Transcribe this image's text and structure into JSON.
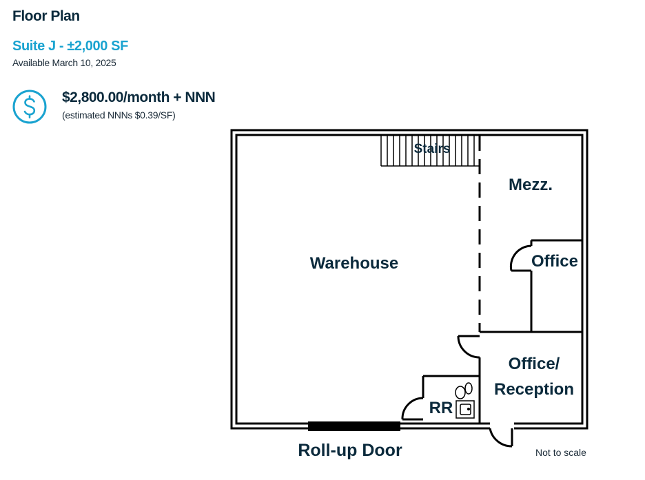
{
  "header": {
    "title": "Floor Plan",
    "suite": "Suite J - ±2,000 SF",
    "availability": "Available March 10, 2025"
  },
  "pricing": {
    "icon": "dollar-circle-icon",
    "rent": "$2,800.00/month + NNN",
    "note": "(estimated NNNs $0.39/SF)"
  },
  "plan": {
    "rooms": {
      "stairs": "Stairs",
      "mezzanine": "Mezz.",
      "warehouse": "Warehouse",
      "office": "Office",
      "office_reception_line1": "Office/",
      "office_reception_line2": "Reception",
      "restroom": "RR",
      "rollup_door": "Roll-up Door"
    },
    "scale_note": "Not to scale"
  },
  "colors": {
    "accent": "#1aa3d0",
    "heading": "#0b2a3c",
    "wall": "#000000"
  }
}
